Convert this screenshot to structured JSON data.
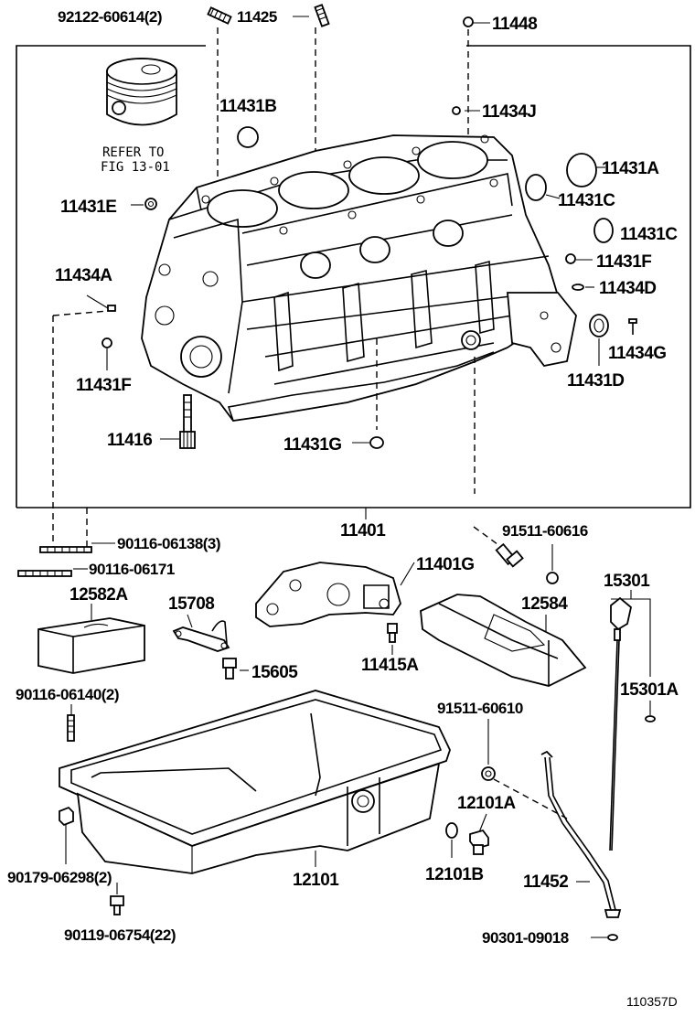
{
  "diagram": {
    "reference_code": "110357D",
    "refer_note": {
      "line1": "REFER TO",
      "line2": "FIG 13-01"
    },
    "labels": {
      "p92122": "92122-60614(2)",
      "p11425": "11425",
      "p11448": "11448",
      "p11431B": "11431B",
      "p11434J": "11434J",
      "p11431A": "11431A",
      "p11431E": "11431E",
      "p11431C_1": "11431C",
      "p11431C_2": "11431C",
      "p11431F_r": "11431F",
      "p11434A": "11434A",
      "p11434D": "11434D",
      "p11434G": "11434G",
      "p11431F_l": "11431F",
      "p11431D": "11431D",
      "p11416": "11416",
      "p11431G": "11431G",
      "p11401": "11401",
      "p91511_60616": "91511-60616",
      "p90116_06138": "90116-06138(3)",
      "p90116_06171": "90116-06171",
      "p11401G": "11401G",
      "p15301": "15301",
      "p12582A": "12582A",
      "p15708": "15708",
      "p12584": "12584",
      "p15605": "15605",
      "p11415A": "11415A",
      "p15301A": "15301A",
      "p90116_06140": "90116-06140(2)",
      "p91511_60610": "91511-60610",
      "p12101A": "12101A",
      "p90179_06298": "90179-06298(2)",
      "p12101": "12101",
      "p12101B": "12101B",
      "p11452": "11452",
      "p90119_06754": "90119-06754(22)",
      "p90301_09018": "90301-09018"
    },
    "icons": [
      "piston-icon",
      "cylinder-block-icon",
      "timing-cover-icon",
      "oil-pan-baffle-icon",
      "oil-pan-icon",
      "dipstick-icon",
      "dipstick-guide-icon",
      "bolt-icon",
      "plug-icon",
      "gasket-icon"
    ]
  }
}
